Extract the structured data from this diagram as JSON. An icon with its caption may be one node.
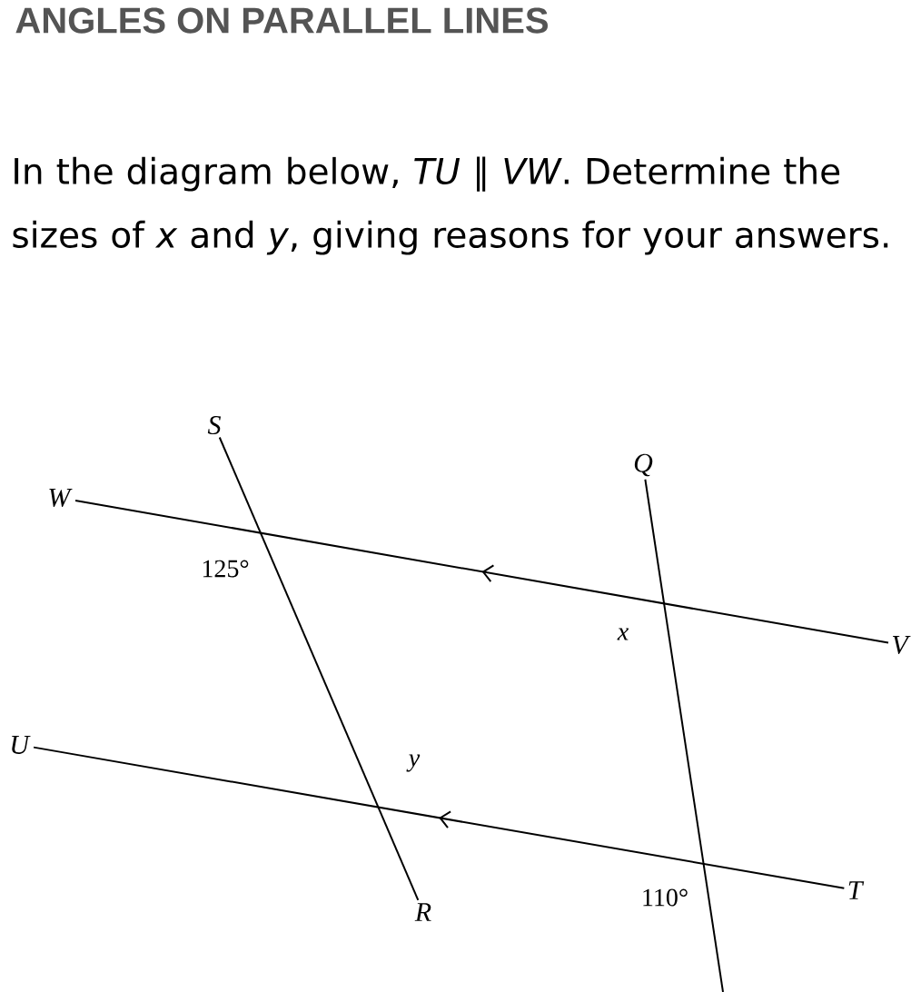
{
  "diagram": {
    "title": "ANGLES ON PARALLEL LINES",
    "nodes": [
      {
        "text": [
          "*S*"
        ]
      },
      {
        "text": [
          "*W*"
        ]
      },
      {
        "text": [
          "*Q*"
        ]
      },
      {
        "text": [
          "*V*"
        ]
      },
      {
        "text": [
          "*U*"
        ]
      },
      {
        "text": [
          "*R*"
        ]
      },
      {
        "text": [
          "*T*"
        ]
      }
    ],
    "edges": [
      {
        "from": 3,
        "to": 1,
        "arrow": "to"
      },
      {
        "from": 6,
        "to": 4,
        "arrow": "to"
      },
      {
        "from": 0,
        "to": 5,
        "arrow": "none"
      },
      {
        "from": 2,
        "to": null,
        "arrow": "none"
      }
    ],
    "labels": [
      "In the diagram below, *TU* ∥ *VW*. Determine the sizes of *x* and *y*, giving reasons for your answers.",
      "125°",
      "*x*",
      "*y*",
      "110°"
    ]
  }
}
